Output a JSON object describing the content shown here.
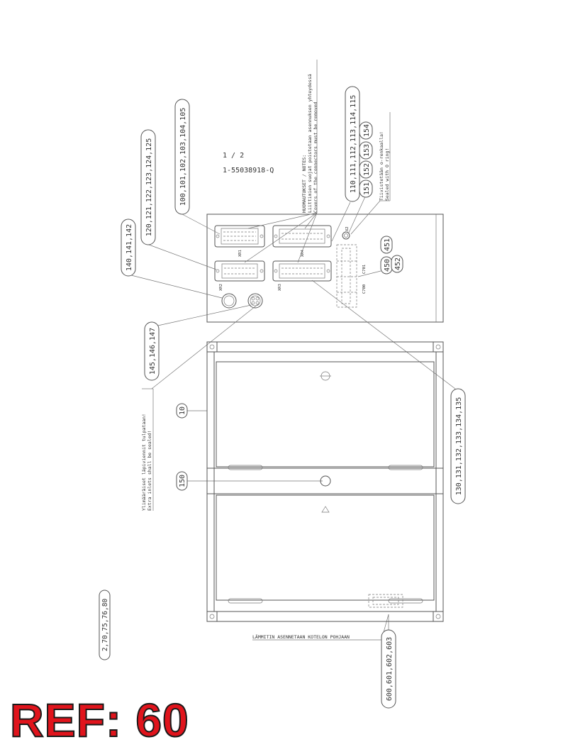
{
  "sheet": {
    "page": "1 /  2",
    "part_number": "1-55038918-Q"
  },
  "notes": {
    "header": "HUOMAUTUKSET / NOTES:",
    "line1": "Liittimien suojat poistetaan asennuksen yhteydessä",
    "line2": "Covers of the connectors must be removed"
  },
  "seal_note": {
    "line1": "Tiivistetään o-renkaalla!",
    "line2": "Sealed with O ring!"
  },
  "extra_inlets_note": {
    "line1": "Ylimääräiset läpiviennit tulpataan!",
    "line2": "Extra inlets shall be sealed!"
  },
  "heater_note": "LÄMMITIN ASENNETAAN KOTELON POHJAAN",
  "connectors": {
    "xr1": "XR1",
    "xr2": "XR2",
    "xr3": "XR3",
    "xr4": "XR4",
    "x2": "X2",
    "c701": "C701",
    "c700": "C700"
  },
  "callouts": {
    "c100": "100,101,102,103,104,105",
    "c120": "120,121,122,123,124,125",
    "c140": "140,141,142",
    "c145": "145,146,147",
    "c110": "110,111,112,113,114,115",
    "c151": "151",
    "c152": "152",
    "c153": "153",
    "c154": "154",
    "c450": "450",
    "c451": "451",
    "c452": "452",
    "c10": "10",
    "c150": "150",
    "c130": "130,131,132,133,134,135",
    "c600": "600,601,602,603",
    "c2": "2,70,75,76,80"
  },
  "ref_label": "REF: 60"
}
